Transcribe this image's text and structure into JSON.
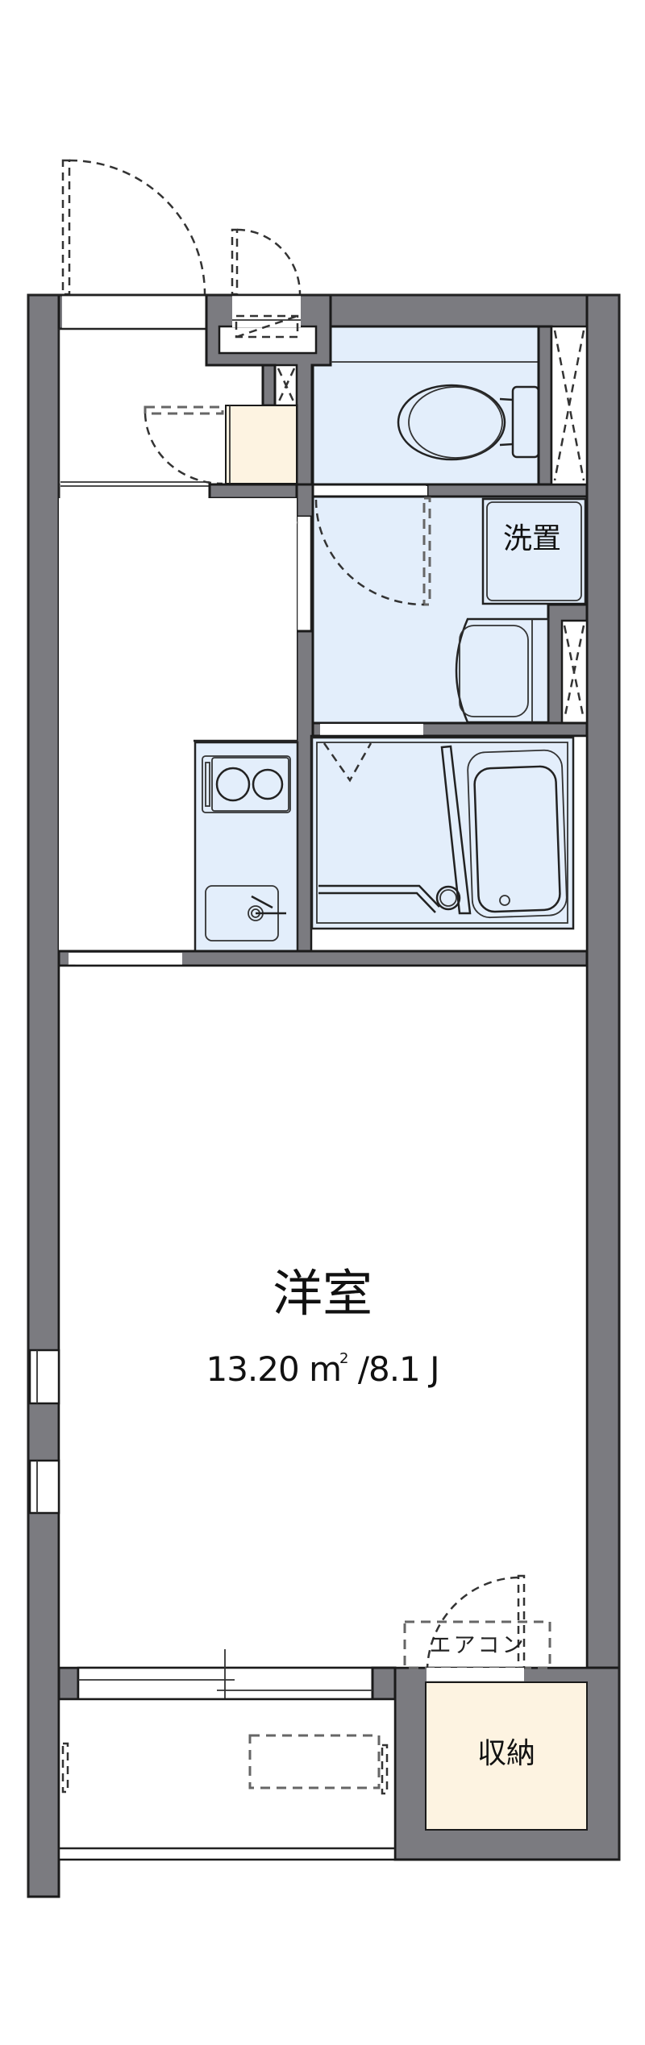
{
  "floor_plan": {
    "title": "1K floor plan",
    "colors": {
      "wall": "#7b7b80",
      "wall_outline": "#1a1a1a",
      "wet_area": "#e3eefb",
      "storage": "#fdf3e1",
      "floor": "#ffffff",
      "dashed": "#333333"
    },
    "rooms": {
      "western_room": {
        "name": "洋室",
        "area_value": "13.20",
        "area_unit": "m",
        "area_unit_sup": "2",
        "tatami": "/8.1 J"
      },
      "washroom": {
        "washer_label": "洗置"
      },
      "storage": {
        "name": "収納"
      },
      "aircon": {
        "label": "エアコン"
      }
    },
    "fixtures": [
      "entrance-door",
      "meter-box-door",
      "shoe-cabinet",
      "pipe-shaft",
      "toilet",
      "washing-machine-pan",
      "wash-basin",
      "unit-bath",
      "two-burner-stove",
      "kitchen-sink",
      "balcony",
      "outdoor-aircon-unit"
    ]
  }
}
